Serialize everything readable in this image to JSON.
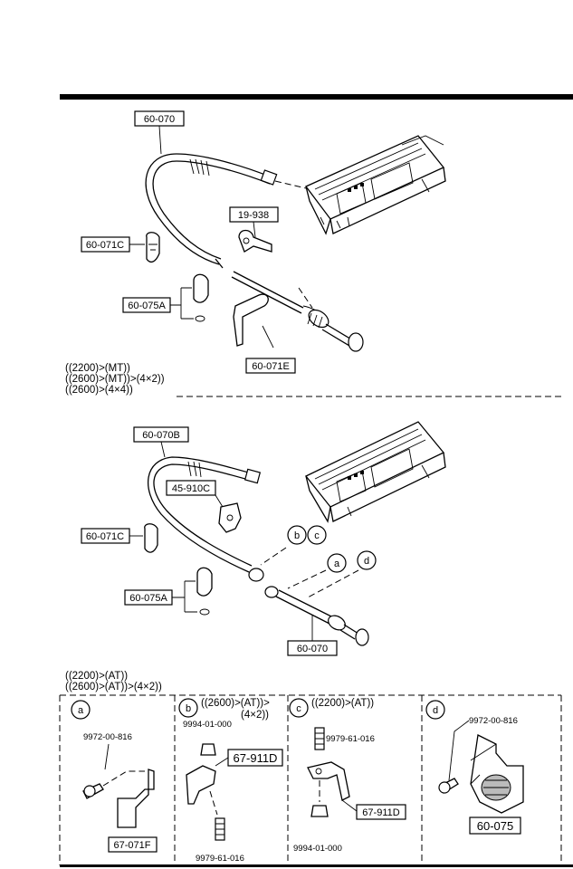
{
  "upper": {
    "labels": {
      "cable": "60-070",
      "clamp_19938": "19-938",
      "clip_071c": "60-071C",
      "clip_075a": "60-075A",
      "bracket_071e": "60-071E"
    },
    "notes": [
      "((2200)>(MT))",
      "((2600)>(MT))>(4×2))",
      "((2600)>(4×4))"
    ]
  },
  "lower": {
    "labels": {
      "cable_b": "60-070B",
      "part_45910c": "45-910C",
      "clip_071c": "60-071C",
      "clip_075a": "60-075A",
      "cable": "60-070"
    },
    "callouts": [
      "b",
      "c",
      "a",
      "d"
    ],
    "notes": [
      "((2200)>(AT))",
      "((2600)>(AT))>(4×2))"
    ]
  },
  "details": {
    "a": {
      "letter": "a",
      "bolt": "9972-00-816",
      "bracket": "67-071F"
    },
    "b": {
      "letter": "b",
      "heading_1": "((2600)>(AT))>",
      "heading_2": "(4×2))",
      "nut": "9994-01-000",
      "bracket": "67-911D",
      "bolt": "9979-61-016"
    },
    "c": {
      "letter": "c",
      "heading": "((2200)>(AT))",
      "bolt": "9979-61-016",
      "bracket": "67-911D",
      "nut": "9994-01-000"
    },
    "d": {
      "letter": "d",
      "bolt": "9972-00-816",
      "part": "60-075"
    }
  }
}
